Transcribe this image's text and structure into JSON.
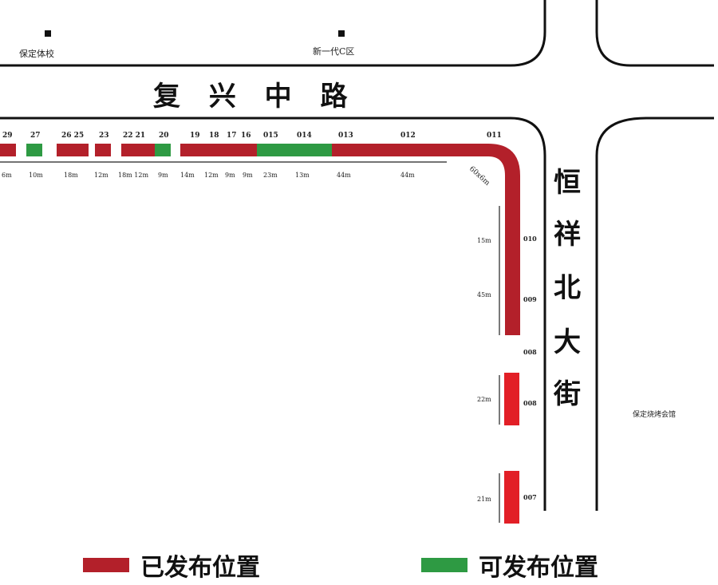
{
  "colors": {
    "published": "#b3202a",
    "available": "#2e9a43",
    "road": "#111111"
  },
  "roads": {
    "horizontal_label": "复 兴 中 路",
    "vertical_label": [
      "恒",
      "祥",
      "北",
      "大",
      "街"
    ]
  },
  "landmarks": {
    "left_building": "保定体校",
    "center_building": "新一代C区",
    "right_building": "保定烧烤会馆"
  },
  "top_positions": [
    {
      "id": "29",
      "length": "6m",
      "status": "published"
    },
    {
      "id": "27",
      "length": "10m",
      "status": "available"
    },
    {
      "id": "26 25",
      "length": "18m",
      "status": "published"
    },
    {
      "id": "23",
      "length": "12m",
      "status": "published"
    },
    {
      "id": "22 21",
      "length": "18m 12m",
      "status": "published"
    },
    {
      "id": "20",
      "length": "9m",
      "status": "available"
    },
    {
      "id": "19",
      "length": "14m",
      "status": "published"
    },
    {
      "id": "18",
      "length": "12m",
      "status": "published"
    },
    {
      "id": "17",
      "length": "9m",
      "status": "published"
    },
    {
      "id": "16",
      "length": "9m",
      "status": "published"
    },
    {
      "id": "015",
      "length": "23m",
      "status": "available"
    },
    {
      "id": "014",
      "length": "13m",
      "status": "available"
    },
    {
      "id": "013",
      "length": "44m",
      "status": "published"
    },
    {
      "id": "012",
      "length": "44m",
      "status": "published"
    },
    {
      "id": "011",
      "length": "60x6m",
      "status": "published"
    }
  ],
  "right_positions": [
    {
      "id": "010",
      "length": "15m",
      "status": "published"
    },
    {
      "id": "009",
      "length": "45m",
      "status": "published"
    },
    {
      "id": "008",
      "length": "",
      "status": "published"
    },
    {
      "id": "008",
      "length": "22m",
      "status": "published"
    },
    {
      "id": "007",
      "length": "21m",
      "status": "published"
    }
  ],
  "legend": {
    "published_label": "已发布位置",
    "available_label": "可发布位置"
  }
}
